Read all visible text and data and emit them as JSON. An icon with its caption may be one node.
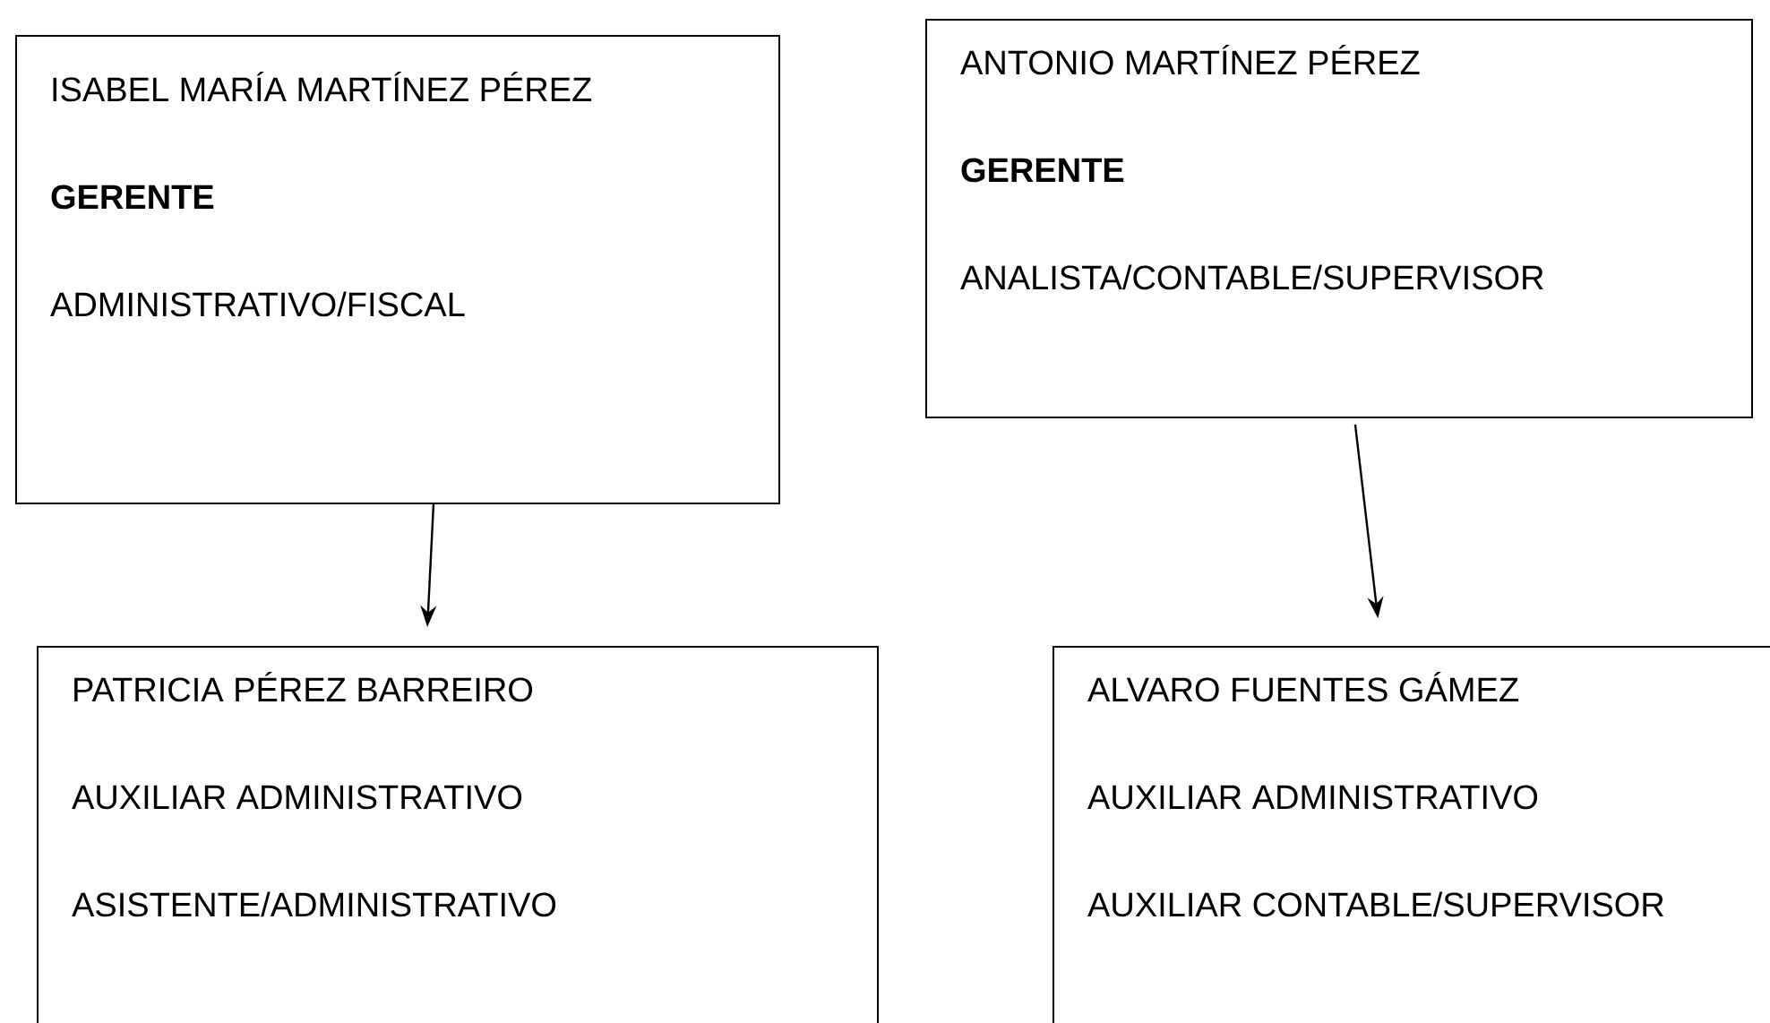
{
  "diagram": {
    "nodes": [
      {
        "text": [
          "ISABEL MARÍA MARTÍNEZ PÉREZ",
          "GERENTE",
          "ADMINISTRATIVO/FISCAL"
        ]
      },
      {
        "text": [
          "ANTONIO MARTÍNEZ PÉREZ",
          "GERENTE",
          "ANALISTA/CONTABLE/SUPERVISOR"
        ]
      },
      {
        "text": [
          "PATRICIA PÉREZ BARREIRO",
          "AUXILIAR ADMINISTRATIVO",
          "ASISTENTE/ADMINISTRATIVO"
        ]
      },
      {
        "text": [
          "ALVARO FUENTES GÁMEZ",
          "AUXILIAR ADMINISTRATIVO",
          "AUXILIAR CONTABLE/SUPERVISOR"
        ]
      }
    ],
    "edges": [
      {
        "from": 0,
        "to": 2,
        "arrow": "to"
      },
      {
        "from": 1,
        "to": 3,
        "arrow": "to"
      }
    ]
  }
}
